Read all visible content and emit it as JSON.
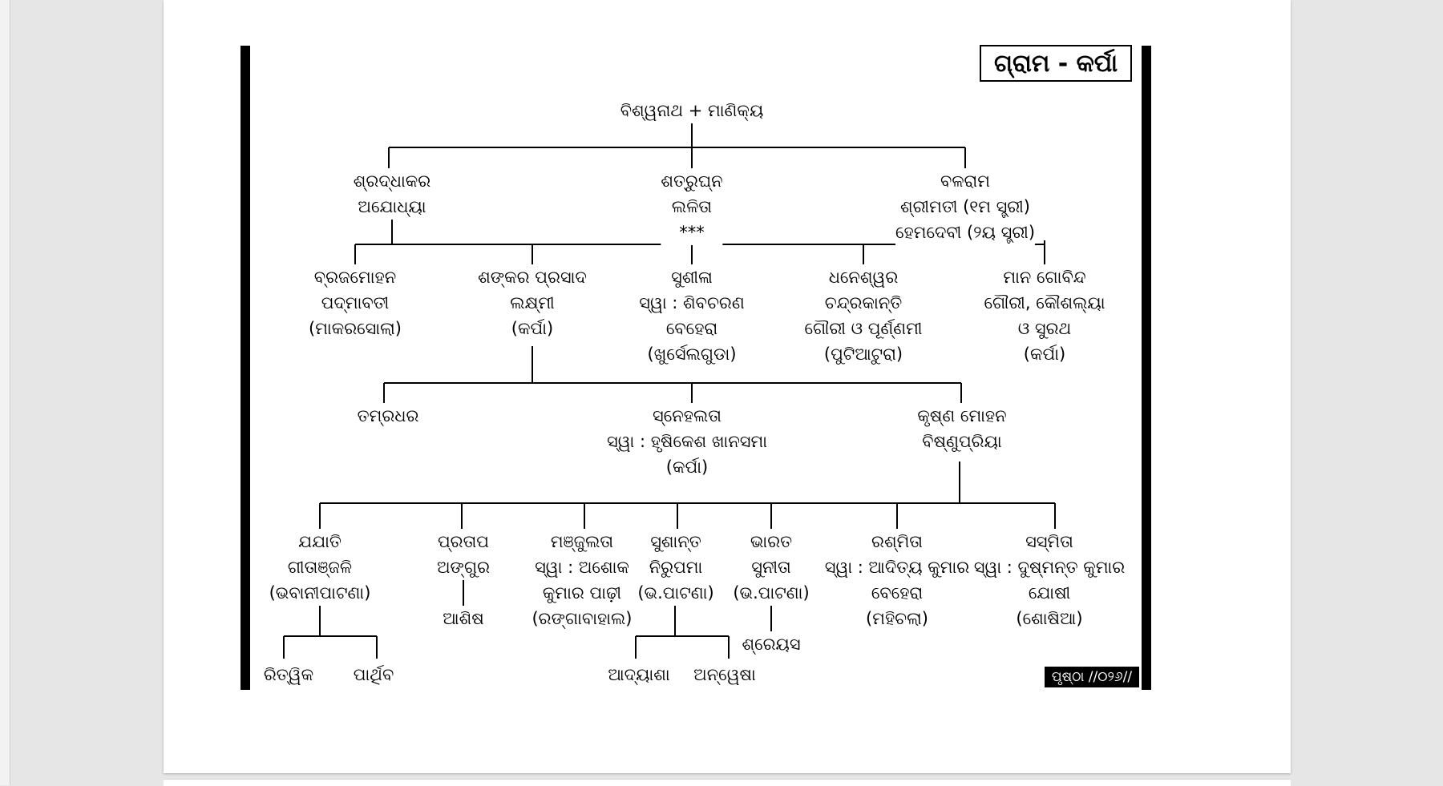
{
  "title": "ଗ୍ରାମ - କର୍ପା",
  "page_number": "ପୃଷ୍ଠା //୦୨୬//",
  "nodes": {
    "root": [
      "ବିଶ୍ୱନାଥ + ମାଣିକ୍ୟ"
    ],
    "shradhakar": [
      "ଶ୍ରଦ୍ଧାକର",
      "ଅଯୋଧ୍ୟା"
    ],
    "shatrughna": [
      "ଶତ୍ରୁଘ୍ନ",
      "ଲଳିତା",
      "***"
    ],
    "balaram": [
      "ବଳରାମ",
      "ଶ୍ରୀମତୀ (୧ମ ସ୍ତ୍ରୀ)",
      "ହେମଦେବୀ (୨ୟ ସ୍ତ୍ରୀ)"
    ],
    "brajamohan": [
      "ବ୍ରଜମୋହନ",
      "ପଦ୍ମାବତୀ",
      "(ମାକରସୋଲା)"
    ],
    "shankar": [
      "ଶଙ୍କର ପ୍ରସାଦ",
      "ଲକ୍ଷ୍ମୀ",
      "(କର୍ପା)"
    ],
    "sushila": [
      "ସୁଶୀଳା",
      "ସ୍ୱା : ଶିବଚରଣ",
      "ବେହେରା",
      "(ଖୁର୍ସେଲଗୁଡା)"
    ],
    "dhaneswar": [
      "ଧନେଶ୍ୱର",
      "ଚନ୍ଦ୍ରକାନ୍ତି",
      "ଗୌରୀ ଓ ପୂର୍ଣ୍ଣମୀ",
      "(ପୁଟିଆଟୁରା)"
    ],
    "managobinda": [
      "ମାନ ଗୋବିନ୍ଦ",
      "ଗୌରୀ, କୌଶଲ୍ୟା",
      "ଓ ସୁରଥ",
      "(କର୍ପା)"
    ],
    "tamradhar": [
      "ତମ୍ରଧର"
    ],
    "snehalata": [
      "ସ୍ନେହଲତା",
      "ସ୍ୱା : ହୃଷିକେଶ ଖାନସମା",
      "(କର୍ପା)"
    ],
    "krushna": [
      "କୃଷ୍ଣ ମୋହନ",
      "ବିଷ୍ଣୁପ୍ରିୟା"
    ],
    "jajati": [
      "ଯଯାତି",
      "ଗୀତାଞ୍ଜଳି",
      "(ଭବାନୀପାଟଣା)"
    ],
    "pratap": [
      "ପ୍ରତାପ",
      "ଅଙ୍ଗୁର"
    ],
    "ashish": [
      "ଆଶିଷ"
    ],
    "manjulata": [
      "ମଞ୍ଜୁଲତା",
      "ସ୍ୱା : ଅଶୋକ",
      "କୁମାର ପାଢ଼ୀ",
      "(ରଙ୍ଗାବାହାଲ)"
    ],
    "sushanta": [
      "ସୁଶାନ୍ତ",
      "ନିରୁପମା",
      "(ଭ.ପାଟଣା)"
    ],
    "bharat": [
      "ଭାରତ",
      "ସୁନୀତା",
      "(ଭ.ପାଟଣା)"
    ],
    "shreyas": [
      "ଶ୍ରେୟସ"
    ],
    "rashmita": [
      "ରଶ୍ମିତା",
      "ସ୍ୱା : ଆଦିତ୍ୟ କୁମାର",
      "ବେହେରା",
      "(ମହିଚଲା)"
    ],
    "sasmita": [
      "ସସ୍ମିତା",
      "ସ୍ୱା : ଦୁଷ୍ମନ୍ତ କୁମାର",
      "ଯୋଷୀ",
      "(ଶୋଷିଆ)"
    ],
    "rittik": [
      "ରିତ୍ୱିକ"
    ],
    "parthib": [
      "ପାର୍ଥିବ"
    ],
    "adyasha": [
      "ଆଦ୍ୟାଶା"
    ],
    "anwesha": [
      "ଅନ୍ୱେଷା"
    ]
  }
}
